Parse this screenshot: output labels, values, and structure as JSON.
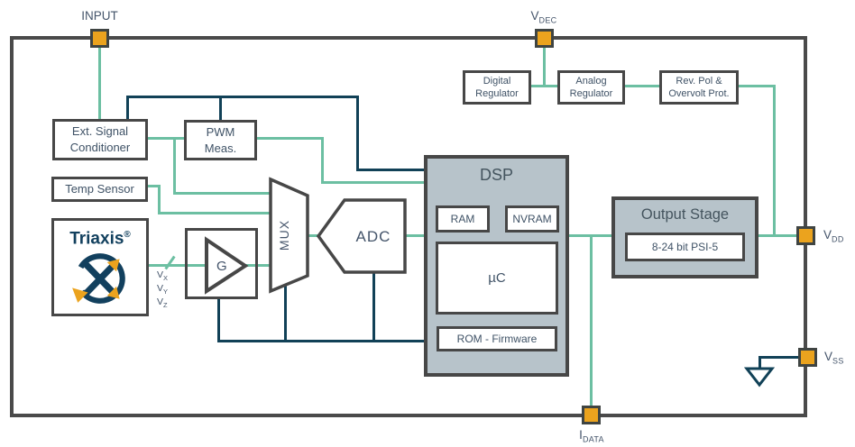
{
  "colors": {
    "wire_teal": "#6CBFA2",
    "wire_navy": "#114157",
    "pin_orange": "#EBA31E",
    "block_fill": "#B7C3CA",
    "box_border": "#474747",
    "text": "#3F5266",
    "brand_navy": "#12405E"
  },
  "pins": {
    "input": {
      "label": "INPUT"
    },
    "vdec": {
      "base": "V",
      "sub": "DEC"
    },
    "vdd": {
      "base": "V",
      "sub": "DD"
    },
    "vss": {
      "base": "V",
      "sub": "SS"
    },
    "idata": {
      "base": "I",
      "sub": "DATA"
    }
  },
  "blocks": {
    "ext_signal_conditioner": {
      "line1": "Ext. Signal",
      "line2": "Conditioner"
    },
    "pwm_meas": {
      "line1": "PWM",
      "line2": "Meas."
    },
    "temp_sensor": {
      "label": "Temp Sensor"
    },
    "triaxis": {
      "brand": "Triaxis",
      "registered": "®"
    },
    "gain_amp": {
      "label": "G"
    },
    "mux": {
      "label": "MUX"
    },
    "adc": {
      "label": "ADC"
    },
    "digital_regulator": {
      "line1": "Digital",
      "line2": "Regulator"
    },
    "analog_regulator": {
      "line1": "Analog",
      "line2": "Regulator"
    },
    "rev_pol_overvolt": {
      "line1": "Rev. Pol &",
      "line2": "Overvolt Prot."
    },
    "dsp": {
      "title": "DSP",
      "ram": "RAM",
      "nvram": "NVRAM",
      "microcontroller": "µC",
      "rom": "ROM - Firmware"
    },
    "output_stage": {
      "title": "Output Stage",
      "protocol": "8-24 bit PSI-5"
    }
  },
  "signals": {
    "vx": {
      "base": "V",
      "sub": "X"
    },
    "vy": {
      "base": "V",
      "sub": "Y"
    },
    "vz": {
      "base": "V",
      "sub": "Z"
    }
  }
}
